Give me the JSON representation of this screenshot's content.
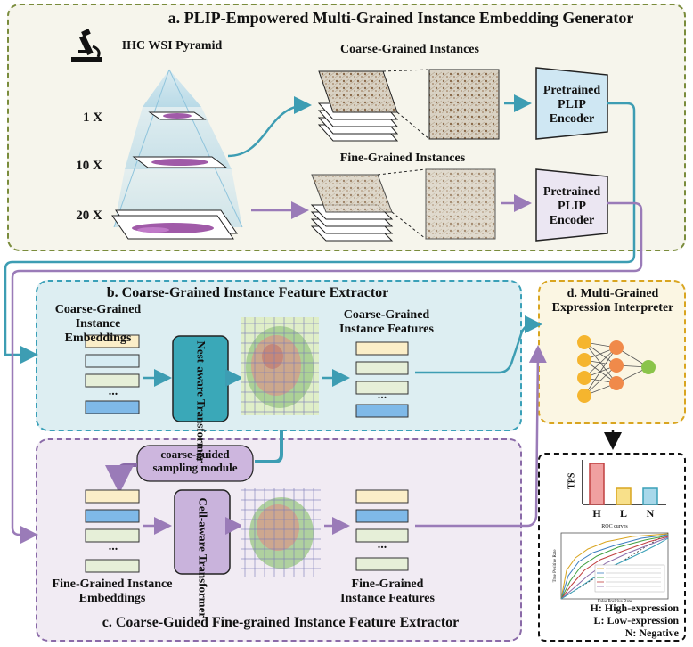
{
  "panel_a": {
    "title": "a. PLIP-Empowered Multi-Grained Instance Embedding Generator",
    "pyramid_label": "IHC WSI Pyramid",
    "magnifications": [
      "1  X",
      "10 X",
      "20 X"
    ],
    "coarse_label": "Coarse-Grained Instances",
    "fine_label": "Fine-Grained Instances",
    "encoder_label": "Pretrained PLIP Encoder"
  },
  "panel_b": {
    "title": "b. Coarse-Grained Instance Feature Extractor",
    "embeddings_label": "Coarse-Grained Instance Embeddings",
    "transformer_label": "Nest-aware Transformer",
    "features_label": "Coarse-Grained Instance Features",
    "ellipsis": "..."
  },
  "sampling_module": "coarse-guided sampling module",
  "panel_c": {
    "title": "c. Coarse-Guided Fine-grained Instance Feature Extractor",
    "embeddings_label": "Fine-Grained Instance Embeddings",
    "transformer_label": "Cell-aware Transformer",
    "features_label": "Fine-Grained Instance Features",
    "ellipsis": "..."
  },
  "panel_d": {
    "title": "d. Multi-Grained Expression Interpreter"
  },
  "results": {
    "tps_axis": "TPS",
    "categories": [
      "H",
      "L",
      "N"
    ],
    "roc_title": "ROC curves",
    "roc_xlabel": "False Positive Rate",
    "roc_ylabel": "True Positive Rate",
    "legend": [
      "H: High-expression",
      "L: Low-expression",
      "N: Negative"
    ]
  },
  "colors": {
    "panel_a_border": "#7a8c3c",
    "panel_a_fill": "#f6f5ec",
    "panel_b_border": "#3aa0b8",
    "panel_b_fill": "#ddeef2",
    "panel_c_border": "#8a6aa8",
    "panel_c_fill": "#f1ebf3",
    "panel_d_border": "#d9a520",
    "panel_d_fill": "#fbf6e3",
    "teal_arrow": "#3d9db3",
    "purple_arrow": "#9a7bb8"
  }
}
